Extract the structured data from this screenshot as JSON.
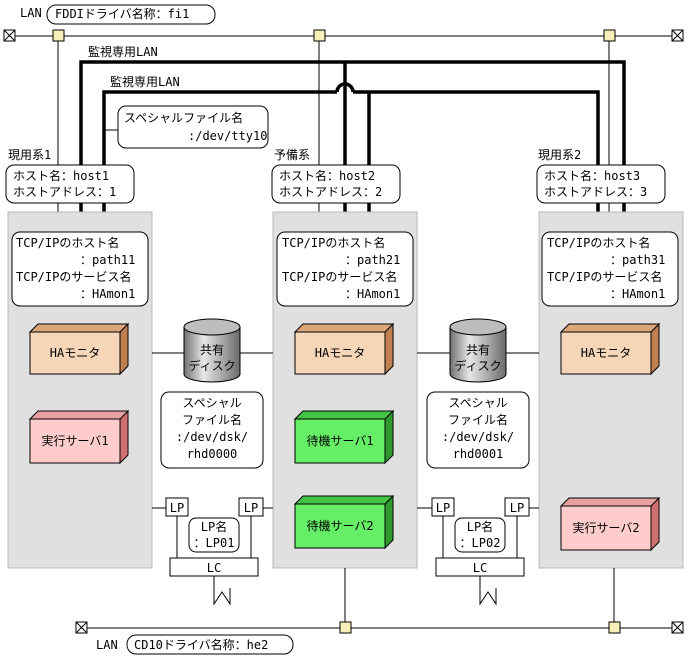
{
  "lan_top": {
    "label": "LAN",
    "driver_label": "FDDIドライバ名称：fi1"
  },
  "lan_bottom": {
    "label": "LAN",
    "driver_label": "CD10ドライバ名称：he2"
  },
  "monitor_lan_1": "監視専用LAN",
  "monitor_lan_2": "監視専用LAN",
  "special_file": {
    "line1": "スペシャルファイル名",
    "line2": ":/dev/tty10"
  },
  "systems": [
    {
      "title": "現用系1",
      "host_line1": "ホスト名：host1",
      "host_line2": "ホストアドレス：1",
      "tcp_line1": "TCP/IPのホスト名",
      "tcp_line2": "：path11",
      "tcp_line3": "TCP/IPのサービス名",
      "tcp_line4": "：HAmon1",
      "ha_monitor": "HAモニタ",
      "server1": "実行サーバ1",
      "colors": {
        "ha": "#f5d6b8",
        "ha_side": "#c08050",
        "server1": "#ffcccc",
        "server1_side": "#d07070"
      }
    },
    {
      "title": "予備系",
      "host_line1": "ホスト名：host2",
      "host_line2": "ホストアドレス：2",
      "tcp_line1": "TCP/IPのホスト名",
      "tcp_line2": "：path21",
      "tcp_line3": "TCP/IPのサービス名",
      "tcp_line4": "：HAmon1",
      "ha_monitor": "HAモニタ",
      "server1": "待機サーバ1",
      "server2": "待機サーバ2",
      "colors": {
        "ha": "#f5d6b8",
        "ha_side": "#c08050",
        "standby": "#66ee66",
        "standby_side": "#2e9a2e"
      }
    },
    {
      "title": "現用系2",
      "host_line1": "ホスト名：host3",
      "host_line2": "ホストアドレス：3",
      "tcp_line1": "TCP/IPのホスト名",
      "tcp_line2": "：path31",
      "tcp_line3": "TCP/IPのサービス名",
      "tcp_line4": "：HAmon1",
      "ha_monitor": "HAモニタ",
      "server2": "実行サーバ2",
      "colors": {
        "ha": "#f5d6b8",
        "ha_side": "#c08050",
        "server2": "#ffcccc",
        "server2_side": "#d07070"
      }
    }
  ],
  "shared_disk_1": {
    "label1": "共有",
    "label2": "ディスク",
    "file1": "スペシャル",
    "file2": "ファイル名",
    "file3": ":/dev/dsk/",
    "file4": "rhd0000"
  },
  "shared_disk_2": {
    "label1": "共有",
    "label2": "ディスク",
    "file1": "スペシャル",
    "file2": "ファイル名",
    "file3": ":/dev/dsk/",
    "file4": "rhd0001"
  },
  "lp_group_1": {
    "lp_left": "LP",
    "lp_right": "LP",
    "name1": "LP名",
    "name2": "：LP01",
    "lc": "LC"
  },
  "lp_group_2": {
    "lp_left": "LP",
    "lp_right": "LP",
    "name1": "LP名",
    "name2": "：LP02",
    "lc": "LC"
  },
  "colors": {
    "panel": "#e0e0e0",
    "connector": "#f6f0b8",
    "disk": "#a8a8a8"
  }
}
